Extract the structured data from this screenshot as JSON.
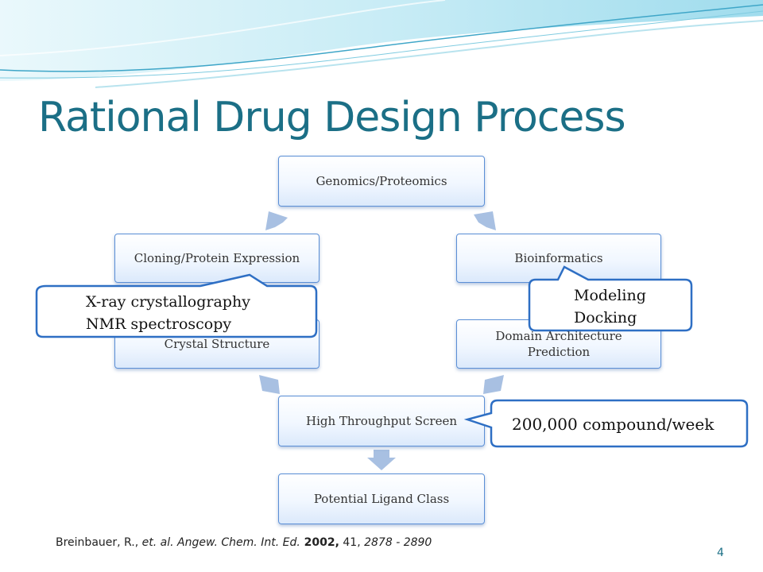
{
  "slide": {
    "title": "Rational Drug Design Process",
    "page_number": "4"
  },
  "nodes": {
    "genomics": "Genomics/Proteomics",
    "cloning": "Cloning/Protein Expression",
    "bioinformatics": "Bioinformatics",
    "crystal": "Crystal Structure",
    "domain_line1": "Domain Architecture",
    "domain_line2": "Prediction",
    "hts": "High Throughput Screen",
    "ligand": "Potential Ligand Class"
  },
  "callouts": {
    "xray_line1": "X-ray crystallography",
    "xray_line2": "NMR spectroscopy",
    "modeling_line1": "Modeling",
    "modeling_line2": "Docking",
    "throughput": "200,000 compound/week"
  },
  "citation": {
    "authors": "Breinbauer, R., ",
    "etal": "et. al. Angew. Chem. Int. Ed.",
    "year": " 2002,",
    "volume": " 41,",
    "pages": " 2878 - 2890"
  },
  "colors": {
    "title": "#1b6f86",
    "node_border": "#5b8fd6",
    "arrow": "#a8c0e2",
    "callout_border": "#2e6fc4",
    "wave_light": "#bfe9f4",
    "wave_dark": "#3fa6c8"
  }
}
